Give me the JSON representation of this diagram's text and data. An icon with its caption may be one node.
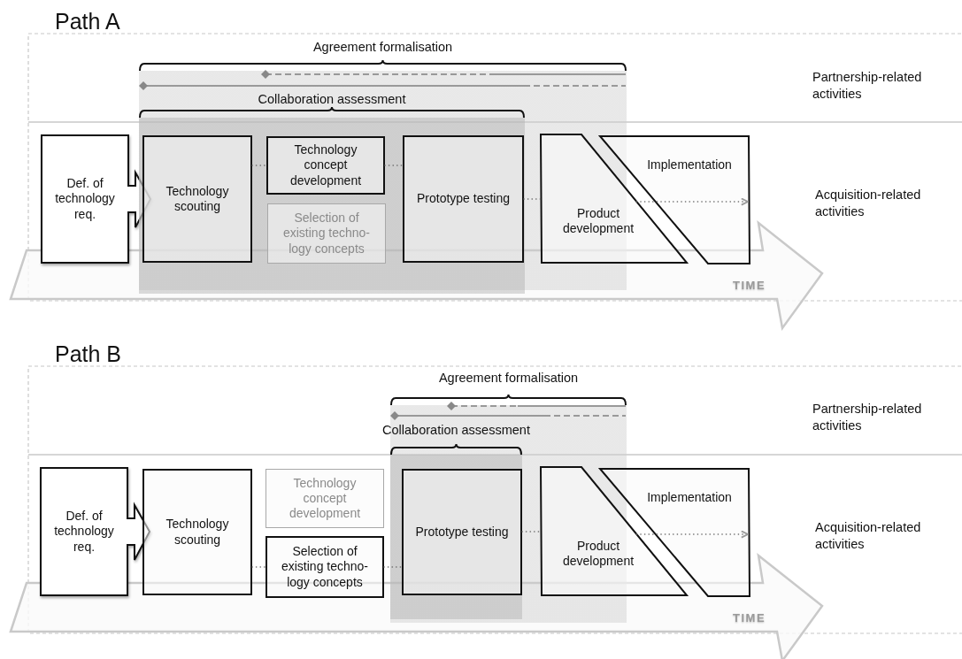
{
  "diagram": {
    "nodes": [
      {
        "text": [
          "Def. of technology req."
        ]
      },
      {
        "text": [
          "Agreement formalisation"
        ]
      },
      {
        "text": [
          "Collaboration assessment"
        ],
        "in": 1
      },
      {
        "text": [
          "Technology scouting"
        ],
        "in": 2
      },
      {
        "text": [
          "Technology concept development"
        ],
        "in": 2
      },
      {
        "text": [
          "Selection of existing techno-logy concepts"
        ],
        "in": 2
      },
      {
        "text": [
          "Prototype testing"
        ],
        "in": 2
      },
      {
        "text": [
          "Product development"
        ]
      },
      {
        "text": [
          "Implementation"
        ]
      },
      {
        "text": [
          "Def. of technology req."
        ]
      },
      {
        "text": [
          "Technology scouting"
        ]
      },
      {
        "text": [
          "Technology concept development"
        ]
      },
      {
        "text": [
          "Selection of existing techno-logy concepts"
        ]
      },
      {
        "text": [
          "Agreement formalisation"
        ]
      },
      {
        "text": [
          "Collaboration assessment"
        ],
        "in": 13
      },
      {
        "text": [
          "Prototype testing"
        ],
        "in": 14
      },
      {
        "text": [
          "Product development"
        ]
      },
      {
        "text": [
          "Implementation"
        ]
      }
    ],
    "edges": [
      {
        "from": 3,
        "to": 4,
        "arrow": "none"
      },
      {
        "from": 4,
        "to": 6,
        "arrow": "none"
      },
      {
        "from": 6,
        "to": 7,
        "arrow": "none"
      },
      {
        "from": 7,
        "to": 8,
        "arrow": "to"
      },
      {
        "from": 10,
        "to": 12,
        "arrow": "none"
      },
      {
        "from": 12,
        "to": 15,
        "arrow": "none"
      },
      {
        "from": 15,
        "to": 16,
        "arrow": "none"
      },
      {
        "from": 16,
        "to": 17,
        "arrow": "to"
      }
    ],
    "labels": [
      "Path A",
      "Partnership-related activities",
      "Acquisition-related activities",
      "TIME",
      "Path B",
      "Partnership-related activities",
      "Acquisition-related activities",
      "TIME"
    ]
  }
}
